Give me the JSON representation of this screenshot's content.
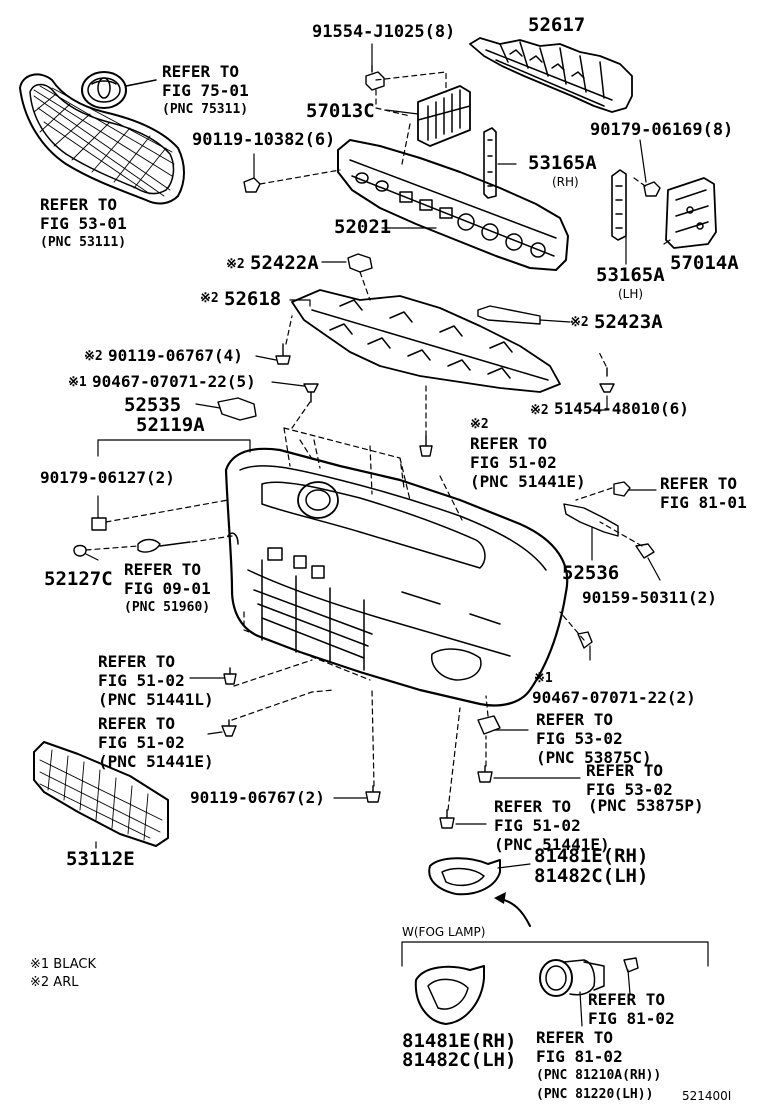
{
  "parts": {
    "p91554": "91554-J1025(8)",
    "p52617": "52617",
    "p57013c": "57013C",
    "p90119_10382": "90119-10382(6)",
    "p53165a_rh": "53165A",
    "rh": "(RH)",
    "p90179_06169": "90179-06169(8)",
    "p52021": "52021",
    "p53165a_lh": "53165A",
    "lh": "(LH)",
    "p57014a": "57014A",
    "p52422a": "52422A",
    "p52618": "52618",
    "p52423a": "52423A",
    "p90119_06767_4": "90119-06767(4)",
    "p90467_5": "90467-07071-22(5)",
    "p51454": "51454-48010(6)",
    "p52535": "52535",
    "p52119a": "52119A",
    "p90179_06127": "90179-06127(2)",
    "p52127c": "52127C",
    "p52536": "52536",
    "p90159": "90159-50311(2)",
    "p90467_2": "90467-07071-22(2)",
    "p90119_06767_2": "90119-06767(2)",
    "p53112e": "53112E",
    "p81481e": "81481E(RH)",
    "p81482c": "81482C(LH)",
    "p81481e_b": "81481E(RH)",
    "p81482c_b": "81482C(LH)"
  },
  "marks": {
    "m1": "※1",
    "m2": "※2"
  },
  "refs": {
    "r75": {
      "l1": "REFER TO",
      "l2": "FIG 75-01",
      "l3": "(PNC 75311)"
    },
    "r53a": {
      "l1": "REFER TO",
      "l2": "FIG 53-01",
      "l3": "(PNC 53111)"
    },
    "r51a": {
      "l1": "REFER TO",
      "l2": "FIG 51-02",
      "l3": "(PNC 51441E)"
    },
    "r81a": {
      "l1": "REFER TO",
      "l2": "FIG 81-01"
    },
    "r09": {
      "l1": "REFER TO",
      "l2": "FIG 09-01",
      "l3": "(PNC 51960)"
    },
    "r51l": {
      "l1": "REFER TO",
      "l2": "FIG 51-02",
      "l3": "(PNC 51441L)"
    },
    "r51e": {
      "l1": "REFER TO",
      "l2": "FIG 51-02",
      "l3": "(PNC 51441E)"
    },
    "r53c": {
      "l1": "REFER TO",
      "l2": "FIG 53-02",
      "l3": "(PNC 53875C)"
    },
    "r53p": {
      "l1": "REFER TO",
      "l2": "FIG 53-02",
      "l3": "(PNC 53875P)"
    },
    "r51b": {
      "l1": "REFER TO",
      "l2": "FIG 51-02",
      "l3": "(PNC 51441E)"
    },
    "r81b": {
      "l1": "REFER TO",
      "l2": "FIG 81-02"
    },
    "r81c": {
      "l1": "REFER TO",
      "l2": "FIG 81-02",
      "l3": "(PNC 81210A(RH))",
      "l4": "(PNC 81220(LH))"
    }
  },
  "fog_lamp_label": "W(FOG LAMP)",
  "legend": {
    "l1": "※1 BLACK",
    "l2": "※2 ARL"
  },
  "figure_code": "521400I"
}
